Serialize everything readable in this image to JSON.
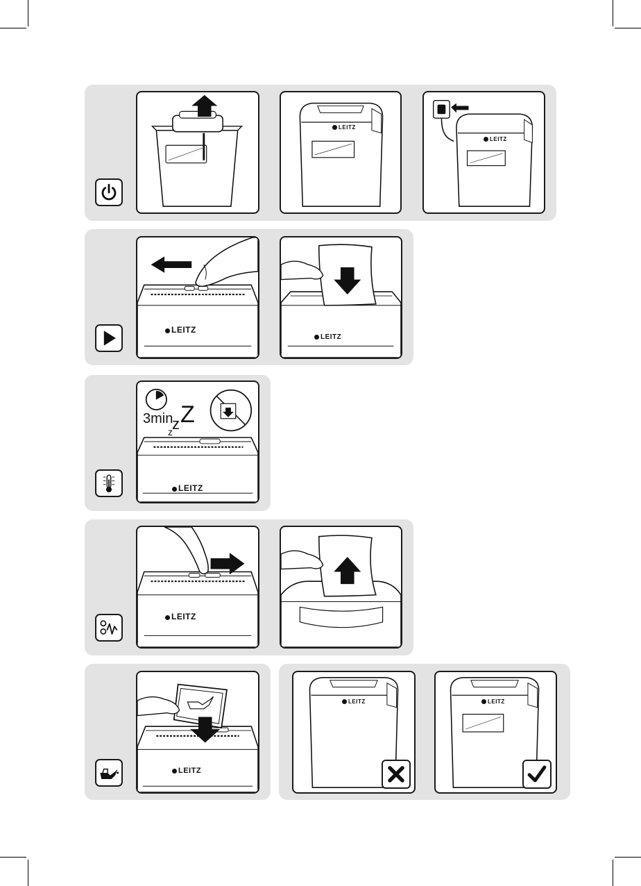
{
  "brand": "LEITZ",
  "timer": {
    "duration_label": "3min",
    "sleep_big": "Z",
    "sleep_mid": "z",
    "sleep_small": "z"
  },
  "icons": {
    "step1": "power-icon",
    "step2": "play-icon",
    "step3": "thermometer-icon",
    "step4": "reverse-jam-icon",
    "step5": "oil-can-icon",
    "wrong": "cross-mark-icon",
    "right": "check-mark-icon"
  },
  "colors": {
    "band": "#e3e3e3",
    "line": "#1a1a1a",
    "panel": "#ffffff"
  }
}
